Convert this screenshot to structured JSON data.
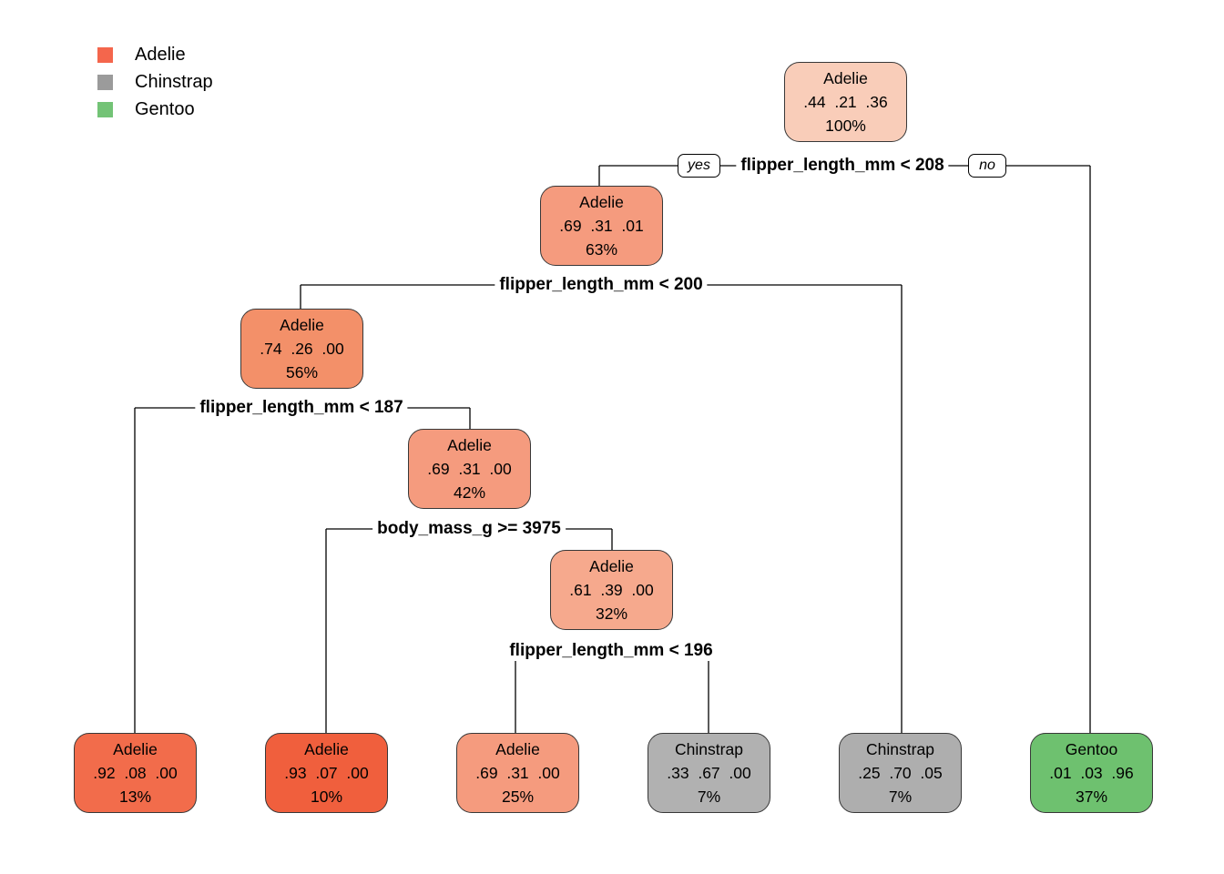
{
  "legend": {
    "items": [
      {
        "label": "Adelie",
        "color": "#F4664C"
      },
      {
        "label": "Chinstrap",
        "color": "#9B9B9B"
      },
      {
        "label": "Gentoo",
        "color": "#73C376"
      }
    ]
  },
  "root_split": {
    "yes_label": "yes",
    "no_label": "no"
  },
  "splits": [
    {
      "text": "flipper_length_mm < 208"
    },
    {
      "text": "flipper_length_mm < 200"
    },
    {
      "text": "flipper_length_mm < 187"
    },
    {
      "text": "body_mass_g >= 3975"
    },
    {
      "text": "flipper_length_mm < 196"
    }
  ],
  "nodes": [
    {
      "label": "Adelie",
      "probs": ".44  .21  .36",
      "percent": "100%",
      "color": "#F9CDB9"
    },
    {
      "label": "Adelie",
      "probs": ".69  .31  .01",
      "percent": "63%",
      "color": "#F59B7E"
    },
    {
      "label": "Adelie",
      "probs": ".74  .26  .00",
      "percent": "56%",
      "color": "#F39069"
    },
    {
      "label": "Adelie",
      "probs": ".69  .31  .00",
      "percent": "42%",
      "color": "#F59B7E"
    },
    {
      "label": "Adelie",
      "probs": ".61  .39  .00",
      "percent": "32%",
      "color": "#F6A98D"
    },
    {
      "label": "Adelie",
      "probs": ".92  .08  .00",
      "percent": "13%",
      "color": "#F26C4B"
    },
    {
      "label": "Adelie",
      "probs": ".93  .07  .00",
      "percent": "10%",
      "color": "#F05F3D"
    },
    {
      "label": "Adelie",
      "probs": ".69  .31  .00",
      "percent": "25%",
      "color": "#F59B7E"
    },
    {
      "label": "Chinstrap",
      "probs": ".33  .67  .00",
      "percent": "7%",
      "color": "#B1B1B1"
    },
    {
      "label": "Chinstrap",
      "probs": ".25  .70  .05",
      "percent": "7%",
      "color": "#AEAEAE"
    },
    {
      "label": "Gentoo",
      "probs": ".01  .03  .96",
      "percent": "37%",
      "color": "#6EC16F"
    }
  ]
}
